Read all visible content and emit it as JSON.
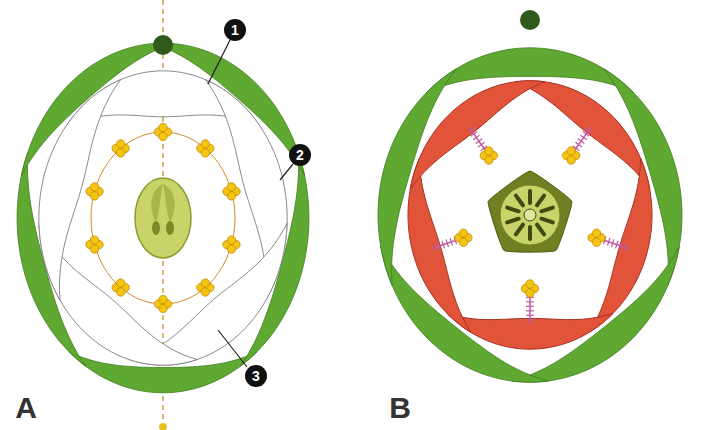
{
  "diagram": {
    "labels": [
      "1",
      "2",
      "3",
      "A",
      "B"
    ]
  }
}
